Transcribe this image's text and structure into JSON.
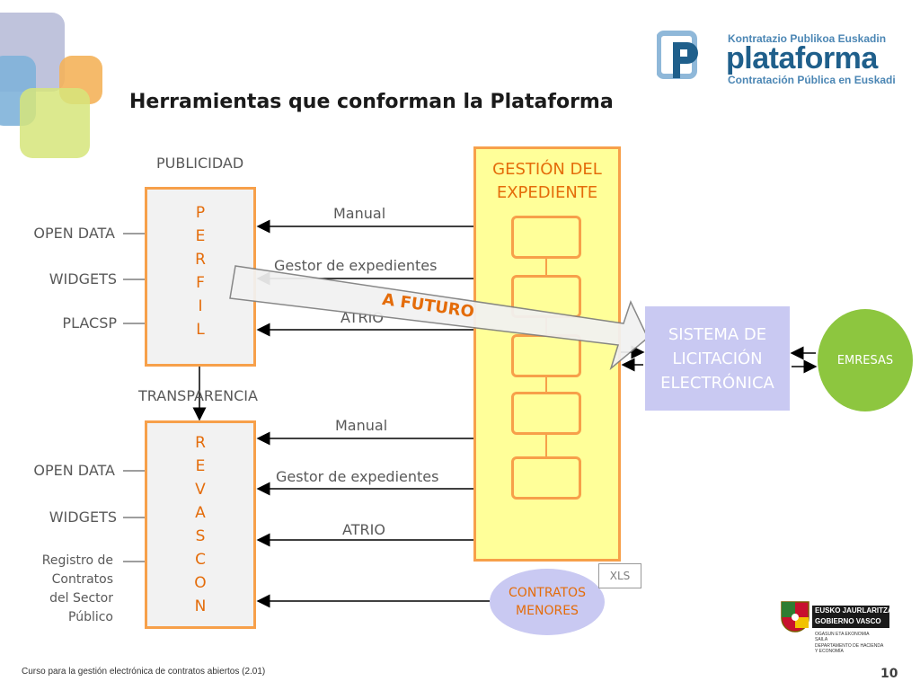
{
  "title": "Herramientas que conforman la Plataforma",
  "logo": {
    "top_line": "Kontratazio Publikoa Euskadin",
    "main": "plataforma",
    "bottom_line": "Contratación Pública en Euskadi"
  },
  "perfil": {
    "section_label": "PUBLICIDAD",
    "letters": [
      "P",
      "E",
      "R",
      "F",
      "I",
      "L"
    ],
    "left_items": [
      "OPEN DATA",
      "WIDGETS",
      "PLACSP"
    ]
  },
  "revascon": {
    "section_label": "TRANSPARENCIA",
    "letters": [
      "R",
      "E",
      "V",
      "A",
      "S",
      "C",
      "O",
      "N"
    ],
    "left_items": [
      "OPEN DATA",
      "WIDGETS",
      "Registro de\nContratos\ndel Sector\nPúblico"
    ]
  },
  "gestion": {
    "title": "GESTIÓN DEL\nEXPEDIENTE"
  },
  "arrows_top": [
    "Manual",
    "Gestor de expedientes",
    "ATRIO"
  ],
  "arrows_bottom": [
    "Manual",
    "Gestor de expedientes",
    "ATRIO"
  ],
  "future_label": "A FUTURO",
  "sistema": "SISTEMA DE\nLICITACIÓN\nELECTRÓNICA",
  "emresas": "EMRESAS",
  "contratos_menores": "CONTRATOS\nMENORES",
  "xls": "XLS",
  "footer": "Curso para la gestión electrónica de contratos abiertos (2.01)",
  "page_number": "10",
  "gobierno": {
    "line1": "EUSKO JAURLARITZA",
    "line2": "GOBIERNO VASCO",
    "dept1": "OGASUN ETA EKONOMIA\nSAILA",
    "dept2": "DEPARTAMENTO DE HACIENDA\nY ECONOMÍA"
  },
  "colors": {
    "orange_text": "#e46c0a",
    "orange_border": "#f7a04a",
    "yellow_fill": "#ffff99",
    "lavender": "#c9c9f2",
    "green": "#8dc63f"
  }
}
